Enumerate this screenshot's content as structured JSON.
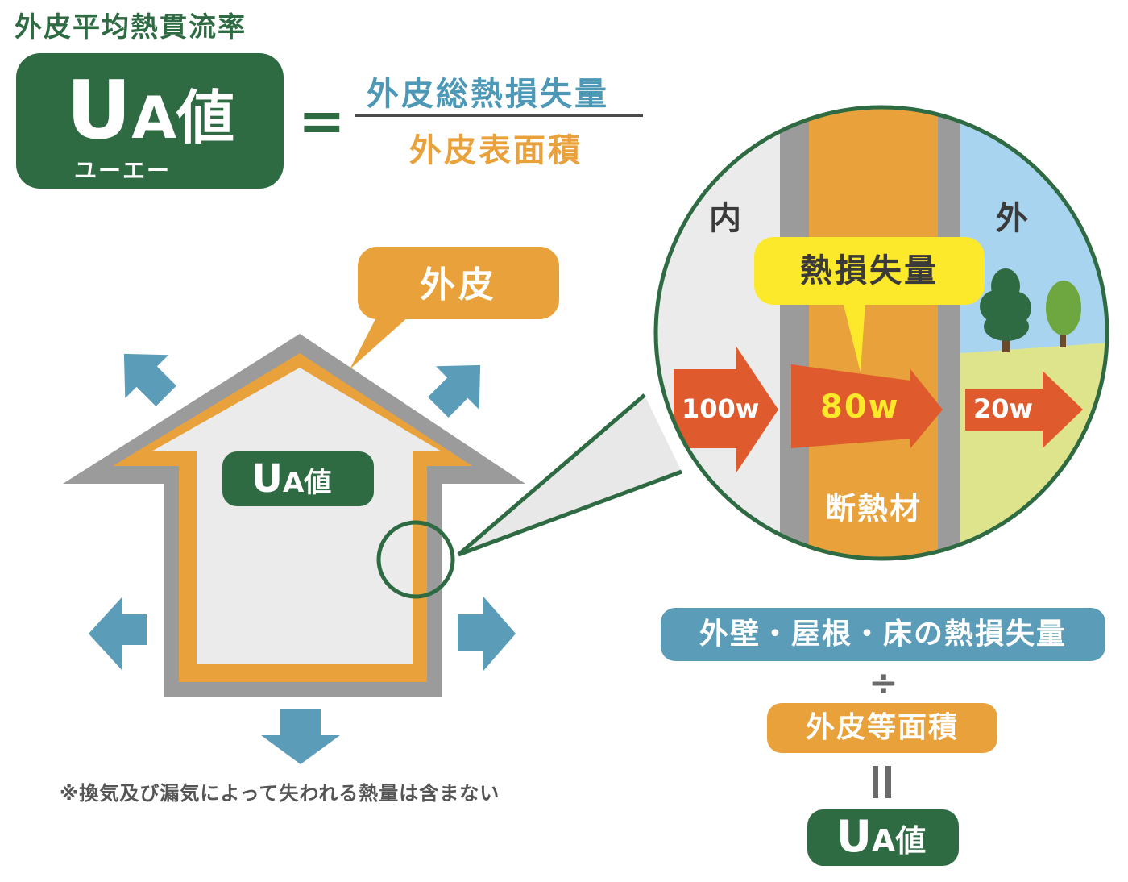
{
  "header": {
    "subtitle": "外皮平均熱貫流率",
    "ua_u": "U",
    "ua_a": "A",
    "ua_kanji": "値",
    "ua_reading": "ユーエー",
    "equals": "=",
    "numerator": "外皮総熱損失量",
    "denominator": "外皮表面積"
  },
  "house": {
    "callout_label": "外皮",
    "badge_u": "U",
    "badge_a": "A",
    "badge_kanji": "値",
    "note": "※換気及び漏気によって失われる熱量は含まない"
  },
  "wall_detail": {
    "inside_label": "内",
    "outside_label": "外",
    "heat_loss_label": "熱損失量",
    "insulation_label": "断熱材",
    "arrow_inside": "100w",
    "arrow_middle": "80w",
    "arrow_outside": "20w"
  },
  "formula": {
    "numerator": "外壁・屋根・床の熱損失量",
    "divide": "÷",
    "denominator": "外皮等面積",
    "result_u": "U",
    "result_a": "A",
    "result_kanji": "値"
  },
  "colors": {
    "green": "#2e6a42",
    "orange": "#e9a23b",
    "blue": "#5b9cb8",
    "red_orange": "#df5a2c",
    "gray": "#9b9b9b",
    "yellow": "#fde92b"
  }
}
